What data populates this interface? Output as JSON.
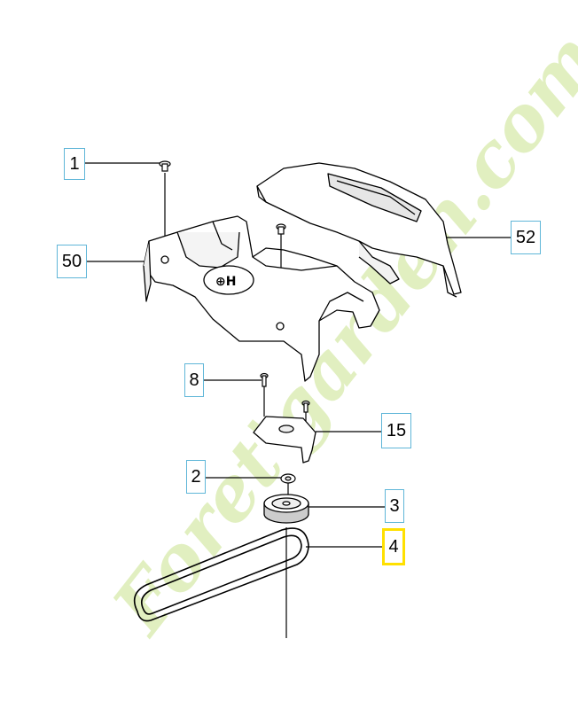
{
  "diagram": {
    "callouts": [
      {
        "id": "c1",
        "label": "1",
        "highlighted": false
      },
      {
        "id": "c50",
        "label": "50",
        "highlighted": false
      },
      {
        "id": "c52",
        "label": "52",
        "highlighted": false
      },
      {
        "id": "c8",
        "label": "8",
        "highlighted": false
      },
      {
        "id": "c15",
        "label": "15",
        "highlighted": false
      },
      {
        "id": "c2",
        "label": "2",
        "highlighted": false
      },
      {
        "id": "c3",
        "label": "3",
        "highlighted": false
      },
      {
        "id": "c4",
        "label": "4",
        "highlighted": true
      }
    ],
    "watermark": "Foret'garden.com",
    "colors": {
      "callout_border": "#5fb6d8",
      "highlight_border": "#ffe000",
      "watermark": "#d9ecb0",
      "line": "#000000"
    }
  }
}
